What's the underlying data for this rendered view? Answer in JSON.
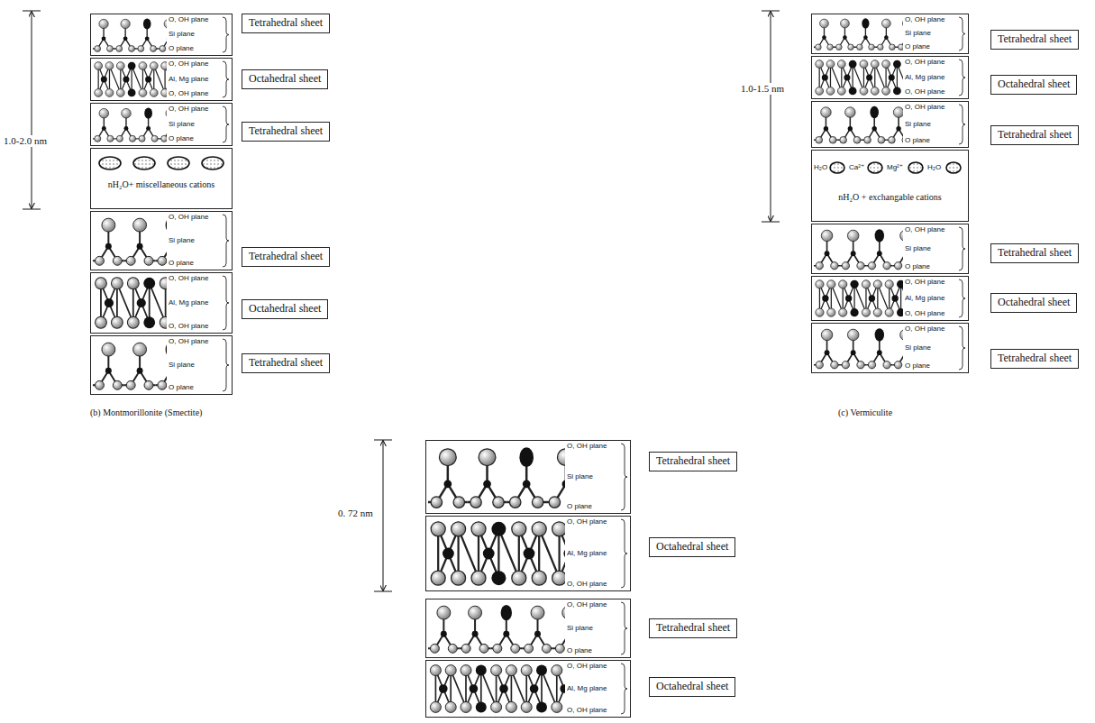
{
  "diagram": {
    "nodes": [
      {
        "text": [
          "O, OH plane",
          "Si plane",
          "O plane"
        ]
      },
      {
        "text": [
          "O, OH plane",
          "Al, Mg plane",
          "O, OH plane"
        ]
      },
      {
        "text": [
          "O, OH plane",
          "Si plane",
          "O plane"
        ]
      },
      {
        "text": [
          "nH₂O+ miscellaneous cations"
        ]
      },
      {
        "text": [
          "O, OH plane",
          "Si plane",
          "O plane"
        ]
      },
      {
        "text": [
          "O, OH plane",
          "Al, Mg plane",
          "O, OH plane"
        ]
      },
      {
        "text": [
          "O, OH plane",
          "Si plane",
          "O plane"
        ]
      },
      {
        "text": [
          "Tetrahedral sheet"
        ]
      },
      {
        "text": [
          "Octahedral sheet"
        ]
      },
      {
        "text": [
          "Tetrahedral sheet"
        ]
      },
      {
        "text": [
          "Tetrahedral sheet"
        ]
      },
      {
        "text": [
          "Octahedral sheet"
        ]
      },
      {
        "text": [
          "Tetrahedral sheet"
        ]
      },
      {
        "text": [
          "O, OH plane",
          "Si plane",
          "O plane"
        ]
      },
      {
        "text": [
          "O, OH plane",
          "Al, Mg plane",
          "O, OH plane"
        ]
      },
      {
        "text": [
          "O, OH plane",
          "Si plane",
          "O plane"
        ]
      },
      {
        "text": [
          "H₂O",
          "Ca²⁺",
          "Mg²⁺",
          "H₂O",
          "nH₂O + exchangable cations"
        ]
      },
      {
        "text": [
          "O, OH plane",
          "Si plane",
          "O plane"
        ]
      },
      {
        "text": [
          "O, OH plane",
          "Al, Mg plane",
          "O, OH plane"
        ]
      },
      {
        "text": [
          "O, OH plane",
          "Si plane",
          "O plane"
        ]
      },
      {
        "text": [
          "Tetrahedral sheet"
        ]
      },
      {
        "text": [
          "Octahedral sheet"
        ]
      },
      {
        "text": [
          "Tetrahedral sheet"
        ]
      },
      {
        "text": [
          "Tetrahedral sheet"
        ]
      },
      {
        "text": [
          "Octahedral sheet"
        ]
      },
      {
        "text": [
          "Tetrahedral sheet"
        ]
      },
      {
        "text": [
          "O, OH plane",
          "Si plane",
          "O plane"
        ]
      },
      {
        "text": [
          "O, OH plane",
          "Al, Mg plane",
          "O, OH plane"
        ]
      },
      {
        "text": [
          "O, OH plane",
          "Si plane",
          "O plane"
        ]
      },
      {
        "text": [
          "O, OH plane",
          "Al, Mg plane",
          "O, OH plane"
        ]
      },
      {
        "text": [
          "Tetrahedral sheet"
        ]
      },
      {
        "text": [
          "Octahedral sheet"
        ]
      },
      {
        "text": [
          "Tetrahedral sheet"
        ]
      },
      {
        "text": [
          "Octahedral sheet"
        ]
      }
    ],
    "labels": [
      "1.0-2.0 nm",
      "(b) Montmorillonite (Smectite)",
      "1.0-1.5 nm",
      "(c) Vermiculite",
      "0. 72 nm"
    ]
  }
}
